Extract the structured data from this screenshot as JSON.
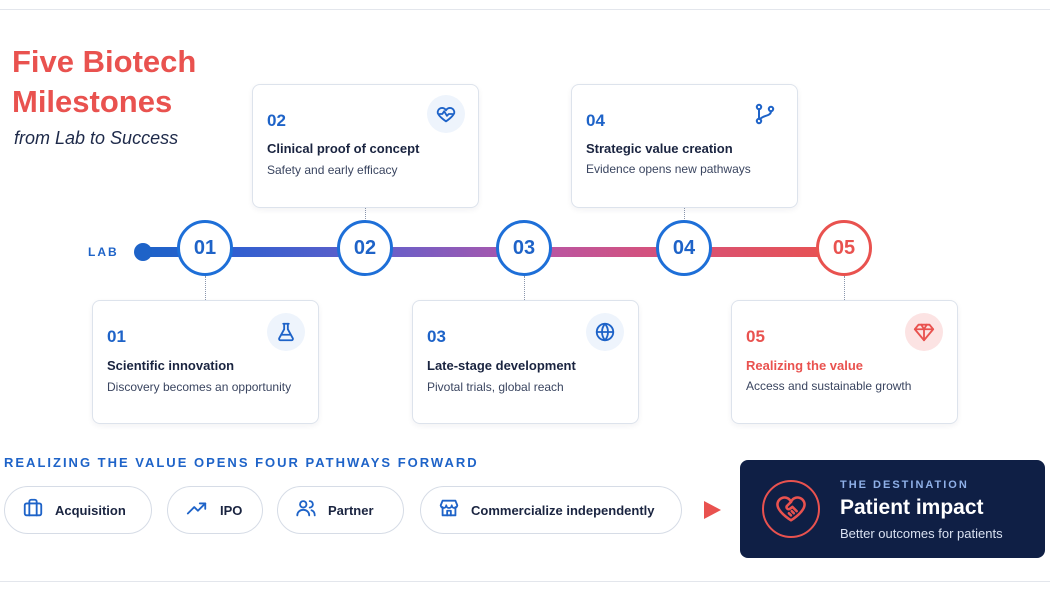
{
  "header": {
    "title_line1": "Five Biotech",
    "title_line2": "Milestones",
    "subtitle": "from Lab to Success"
  },
  "timeline": {
    "start_label": "LAB",
    "nodes": [
      "01",
      "02",
      "03",
      "04",
      "05"
    ]
  },
  "milestones": [
    {
      "num": "01",
      "title": "Scientific innovation",
      "desc": "Discovery becomes an opportunity",
      "icon": "flask-icon"
    },
    {
      "num": "02",
      "title": "Clinical proof of concept",
      "desc": "Safety and early efficacy",
      "icon": "heartbeat-icon"
    },
    {
      "num": "03",
      "title": "Late-stage development",
      "desc": "Pivotal trials, global reach",
      "icon": "globe-icon"
    },
    {
      "num": "04",
      "title": "Strategic value creation",
      "desc": "Evidence opens new pathways",
      "icon": "branch-icon"
    },
    {
      "num": "05",
      "title": "Realizing the value",
      "desc": "Access and sustainable growth",
      "icon": "diamond-icon"
    }
  ],
  "pathways": {
    "heading": "REALIZING THE VALUE OPENS FOUR PATHWAYS FORWARD",
    "items": [
      {
        "label": "Acquisition",
        "icon": "briefcase-icon"
      },
      {
        "label": "IPO",
        "icon": "trending-up-icon"
      },
      {
        "label": "Partner",
        "icon": "users-icon"
      },
      {
        "label": "Commercialize independently",
        "icon": "storefront-icon"
      }
    ]
  },
  "destination": {
    "kicker": "THE DESTINATION",
    "title": "Patient impact",
    "desc": "Better outcomes for patients",
    "icon": "heart-handshake-icon"
  },
  "colors": {
    "primary": "#1e63c8",
    "accent": "#e9524f",
    "navy": "#0f1f45"
  }
}
